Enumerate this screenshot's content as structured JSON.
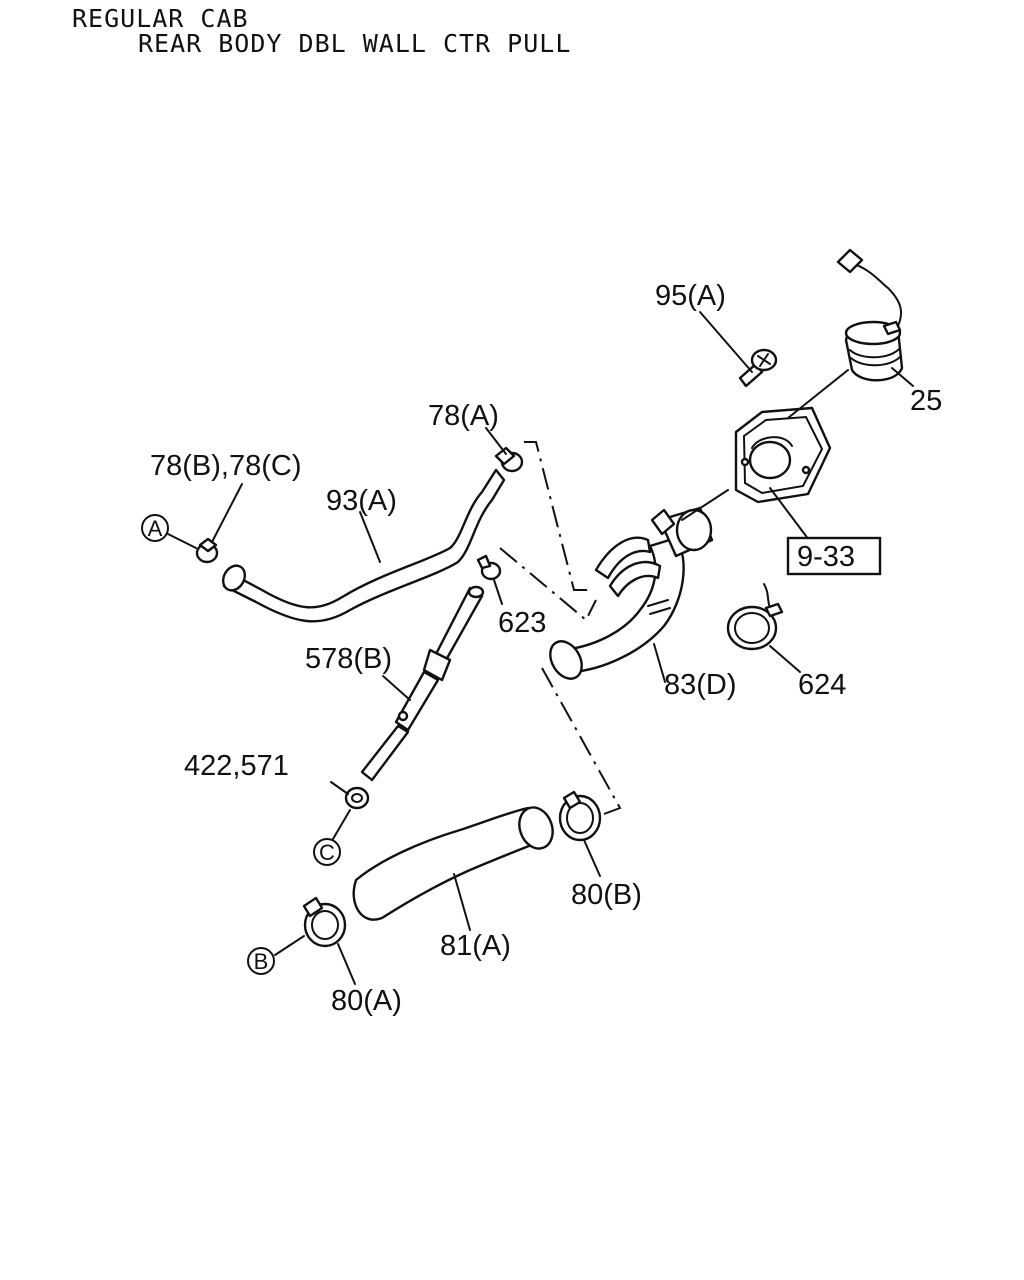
{
  "header": {
    "line1": "REGULAR CAB",
    "line2": "REAR BODY DBL WALL CTR PULL"
  },
  "labels": {
    "l95a": "95(A)",
    "l25": "25",
    "l78a": "78(A)",
    "l78bc": "78(B),78(C)",
    "l93a": "93(A)",
    "l933": "9-33",
    "l623": "623",
    "l578b": "578(B)",
    "l83d": "83(D)",
    "l624": "624",
    "l422": "422,571",
    "l80b": "80(B)",
    "l81a": "81(A)",
    "l80a": "80(A)"
  },
  "refs": {
    "a": "A",
    "b": "B",
    "c": "C"
  }
}
